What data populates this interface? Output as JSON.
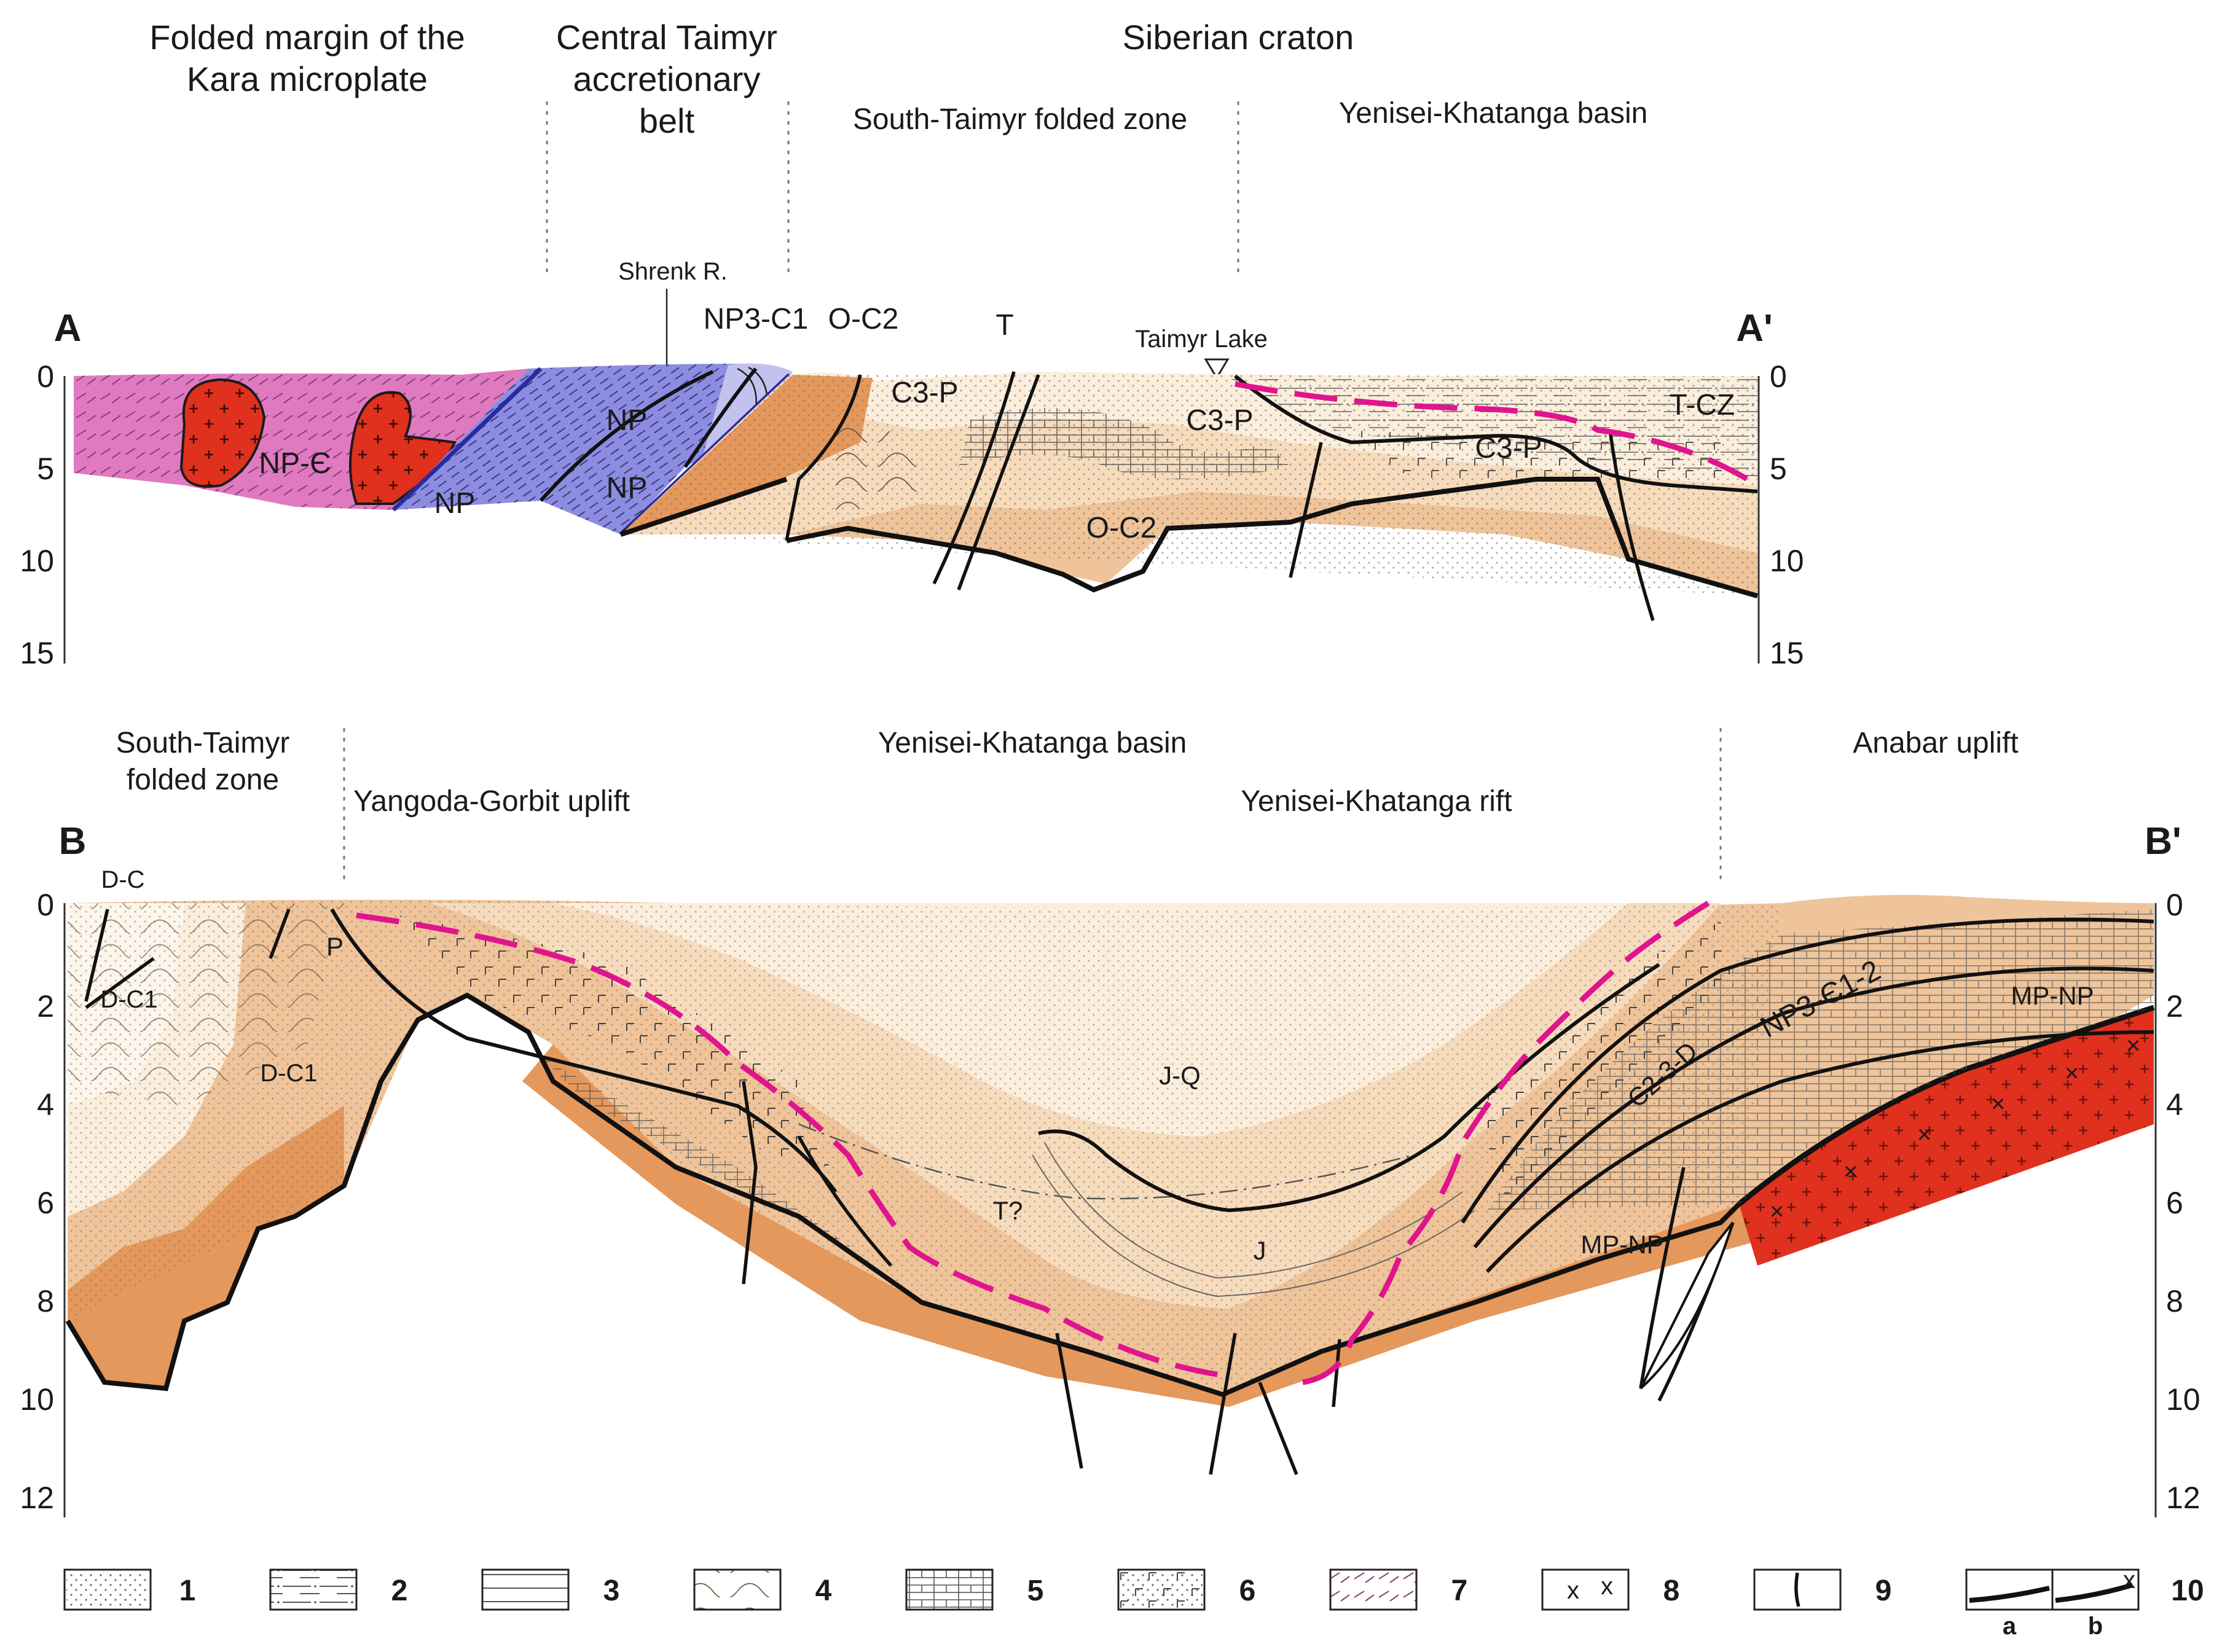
{
  "section_a": {
    "label_start": "A",
    "label_end": "A'",
    "headers": {
      "kara": "Folded margin of the Kara microplate",
      "kara_line1": "Folded margin of the",
      "kara_line2": "Kara microplate",
      "central_line1": "Central Taimyr",
      "central_line2": "accretionary",
      "central_line3": "belt",
      "siberian": "Siberian craton",
      "south_taimyr": "South-Taimyr folded zone",
      "yenisei_basin": "Yenisei-Khatanga basin"
    },
    "place_labels": {
      "shrenk": "Shrenk R.",
      "taimyr_lake": "Taimyr Lake"
    },
    "units": {
      "np_cambrian": "NP-Є",
      "np1": "NP",
      "np2": "NP",
      "np3": "NP",
      "np3_c1": "NP3-C1",
      "o_c2_top": "O-C2",
      "t": "T",
      "c3_p_1": "C3-P",
      "c3_p_2": "C3-P",
      "c3_p_3": "C3-P",
      "t_cz": "T-CZ",
      "o_c2_bottom": "O-C2"
    },
    "depth_ticks": [
      "0",
      "5",
      "10",
      "15"
    ]
  },
  "section_b": {
    "label_start": "B",
    "label_end": "B'",
    "headers": {
      "south_taimyr_line1": "South-Taimyr",
      "south_taimyr_line2": "folded zone",
      "yangoda": "Yangoda-Gorbit uplift",
      "yenisei_basin": "Yenisei-Khatanga basin",
      "yenisei_rift": "Yenisei-Khatanga rift",
      "anabar": "Anabar uplift"
    },
    "units": {
      "d_c": "D-C",
      "d_c1_a": "D-C1",
      "d_c1_b": "D-C1",
      "p": "P",
      "j_q": "J-Q",
      "t_q": "T?",
      "j": "J",
      "mp_np_mid": "MP-NP",
      "mp_np_right": "MP-NP",
      "c23_d": "C2-3-D",
      "np3_c12": "NP3-Є1-2"
    },
    "depth_ticks": [
      "0",
      "2",
      "4",
      "6",
      "8",
      "10",
      "12"
    ]
  },
  "legend": {
    "items": [
      {
        "num": "1",
        "pattern": "sand-dots"
      },
      {
        "num": "2",
        "pattern": "dash-dot-lines"
      },
      {
        "num": "3",
        "pattern": "parallel-lines"
      },
      {
        "num": "4",
        "pattern": "folded-limestone"
      },
      {
        "num": "5",
        "pattern": "brick-limestone"
      },
      {
        "num": "6",
        "pattern": "basalt-ticks"
      },
      {
        "num": "7",
        "pattern": "schist-hatching"
      },
      {
        "num": "8",
        "pattern": "crystalline-x"
      },
      {
        "num": "9",
        "pattern": "fault-line"
      },
      {
        "num": "10",
        "pattern": "basement-surface"
      }
    ],
    "sublabel_a": "a",
    "sublabel_b": "b"
  },
  "colors": {
    "magenta_unit": "#e07ac0",
    "granite": "#e0301e",
    "blue_unit": "#8c8ce0",
    "blue_light": "#c2c2ee",
    "beige_light": "#fbeedd",
    "beige": "#f6dcbd",
    "tan": "#efc49a",
    "orange": "#e5985c",
    "rift_line": "#e0148c"
  }
}
